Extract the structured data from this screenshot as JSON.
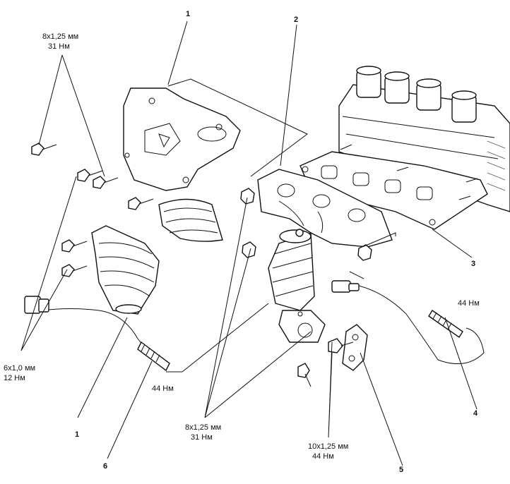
{
  "callouts": {
    "c1_top": "1",
    "c2": "2",
    "c3": "3",
    "c4": "4",
    "c5": "5",
    "c6": "6",
    "c1_bottom": "1"
  },
  "torque_specs": {
    "top_left": {
      "size": "8x1,25 мм",
      "torque": "31 Нм"
    },
    "left_mid": {
      "size": "6x1,0 мм",
      "torque": "12 Нм"
    },
    "sensor_front": {
      "torque": "44 Нм"
    },
    "bottom_center": {
      "size": "8x1,25 мм",
      "torque": "31 Нм"
    },
    "bottom_bolt": {
      "size": "10x1,25 мм",
      "torque": "44 Нм"
    },
    "sensor_rear": {
      "torque": "44 Нм"
    }
  }
}
